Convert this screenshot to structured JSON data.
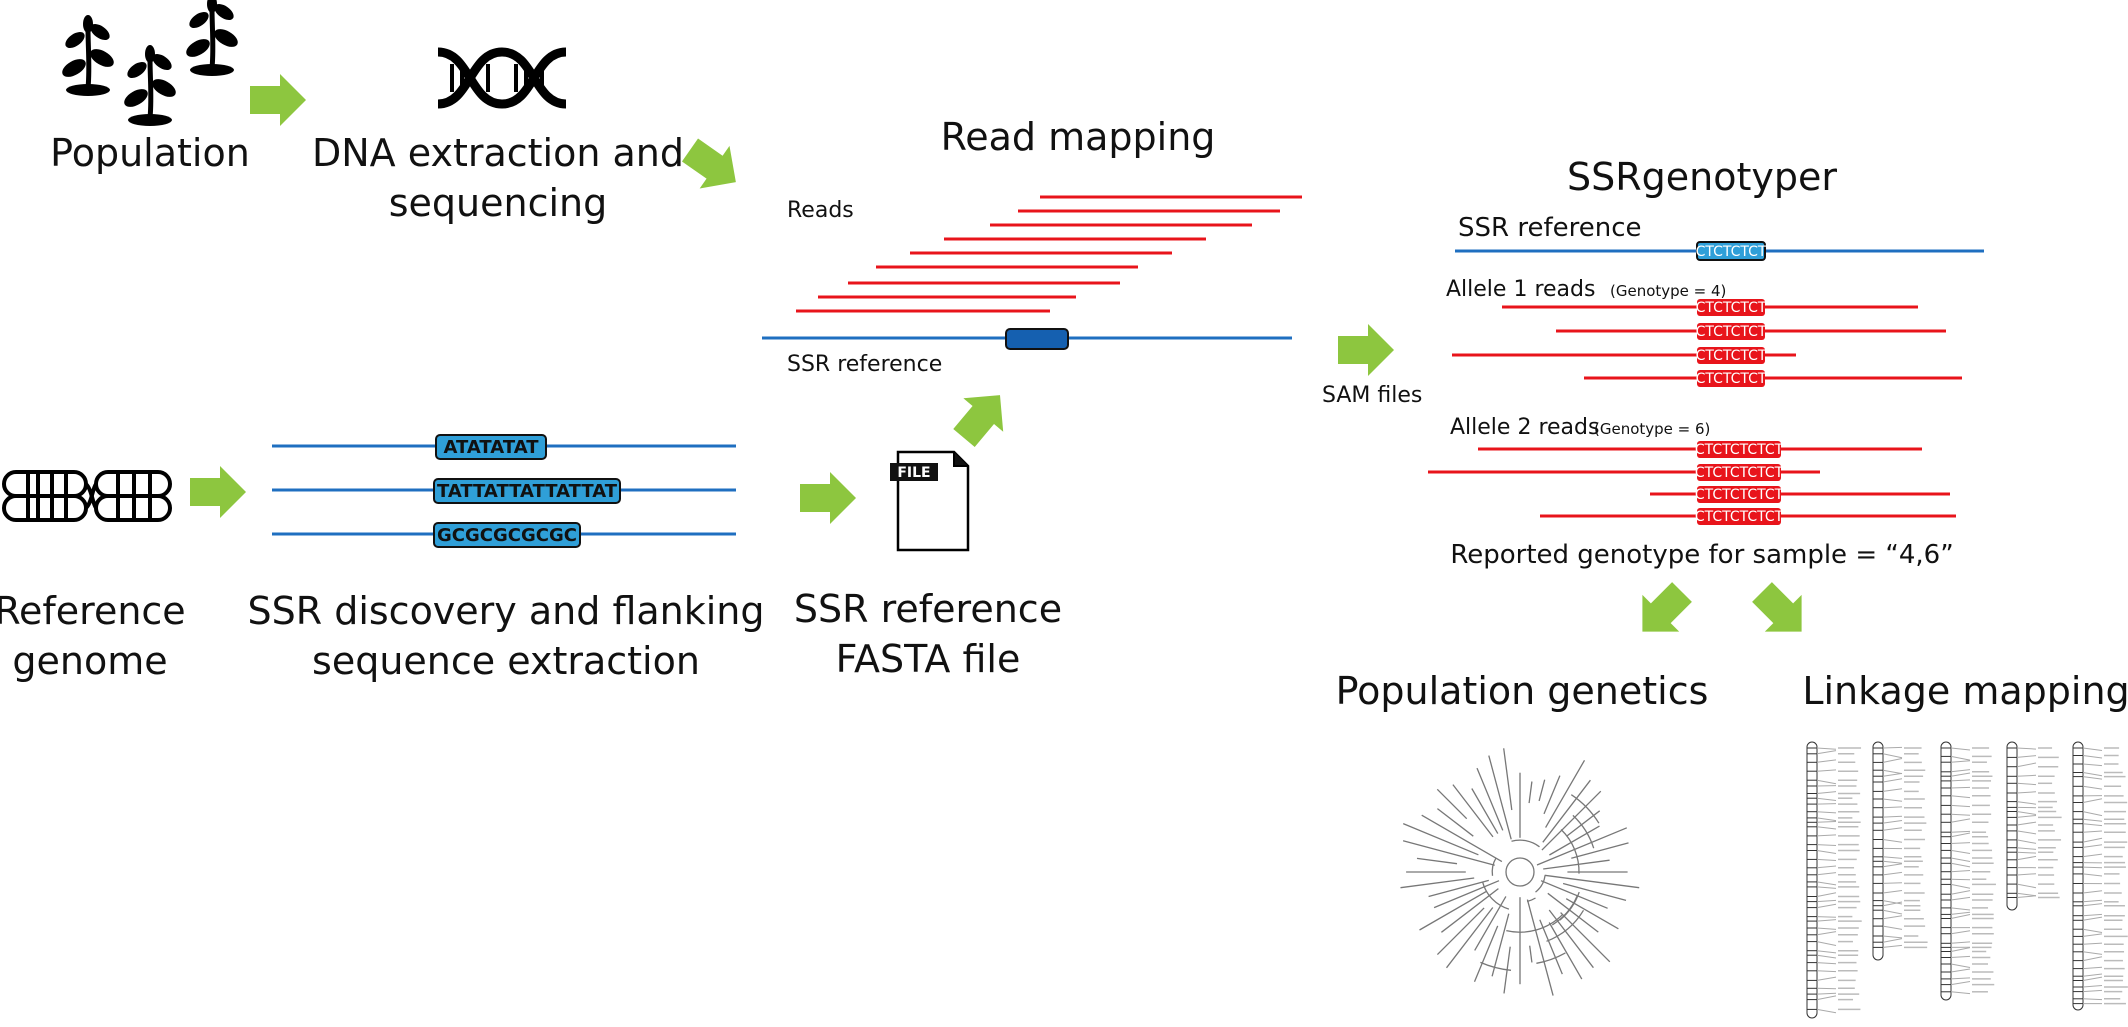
{
  "labels": {
    "population": "Population",
    "dna_line1": "DNA extraction and",
    "dna_line2": "sequencing",
    "read_mapping": "Read mapping",
    "reads": "Reads",
    "ssr_reference_mapping": "SSR reference",
    "ssrgenotyper": "SSRgenotyper",
    "ssr_reference_genotyper": "SSR reference",
    "allele1": "Allele 1 reads",
    "allele1_genotype": "(Genotype = 4)",
    "allele2": "Allele 2 reads",
    "allele2_genotype": "(Genotype = 6)",
    "sam_files": "SAM files",
    "reported": "Reported genotype for sample = “4,6”",
    "reference_line1": "Reference",
    "reference_line2": "genome",
    "discovery_line1": "SSR discovery and flanking",
    "discovery_line2": "sequence extraction",
    "fasta_line1": "SSR reference",
    "fasta_line2": "FASTA file",
    "file_tag": "FILE",
    "population_genetics": "Population genetics",
    "linkage_mapping": "Linkage mapping"
  },
  "sequences": {
    "discovery": [
      "ATATATAT",
      "TATTATTATTATTAT",
      "GCGCGCGCGC"
    ],
    "ref_motif": "CTCTCTCT",
    "allele1_motif": "CTCTCTCT",
    "allele2_motif": "CTCTCTCTCT"
  },
  "colors": {
    "arrow": "#8dc63f",
    "read_line": "#e8141b",
    "reference_line": "#1f6fc0",
    "motif_box": "#2f9fd8",
    "motif_box_dark": "#1560b0",
    "allele_box": "#e8141b"
  },
  "icons": [
    "plant-icon",
    "dna-helix-icon",
    "chromosome-icon",
    "file-icon",
    "phylogenetic-tree-icon",
    "linkage-map-icon"
  ]
}
